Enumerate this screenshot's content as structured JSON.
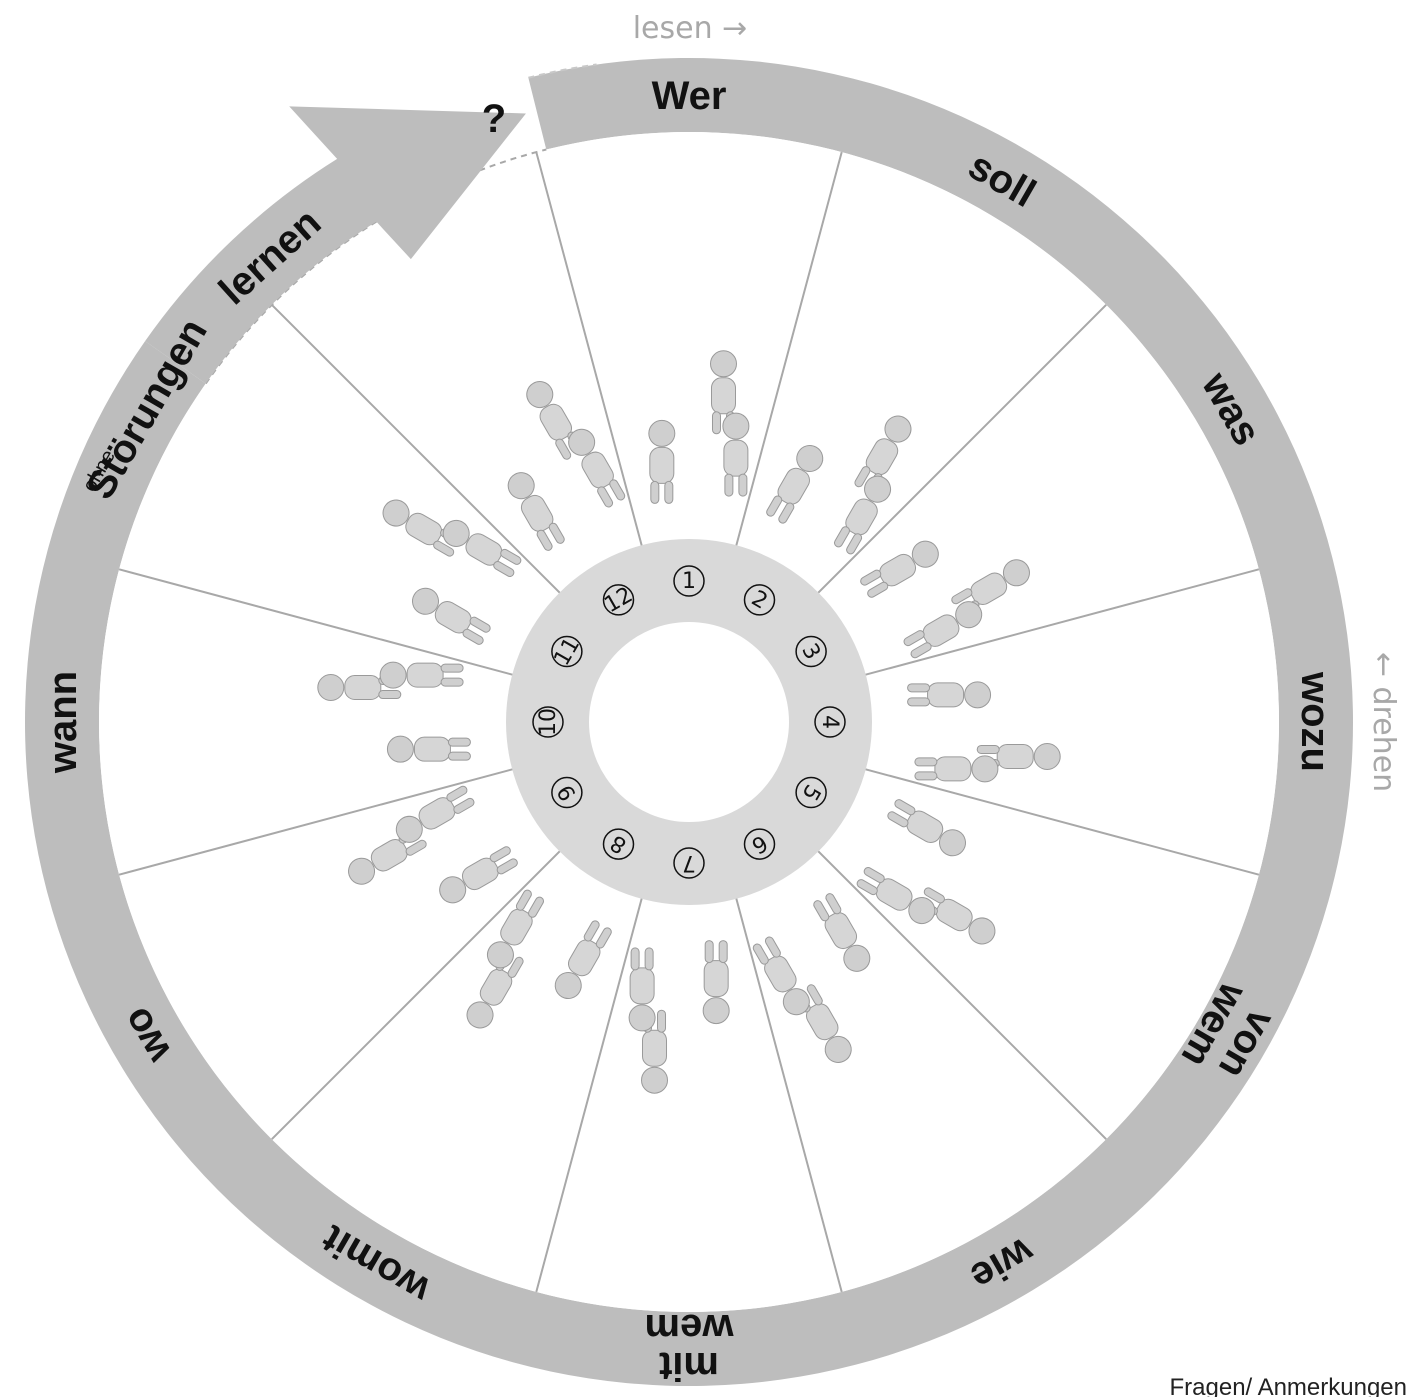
{
  "hints": {
    "read": "lesen →",
    "turn": "← drehen"
  },
  "question_mark": "?",
  "arrow_label": "lernen",
  "segments": [
    {
      "word": "Wer",
      "number": "1"
    },
    {
      "word": "soll",
      "number": "2"
    },
    {
      "word": "was",
      "number": "3"
    },
    {
      "word": "wozu",
      "number": "4"
    },
    {
      "word": "von wem",
      "number": "5"
    },
    {
      "word": "wie",
      "number": "6"
    },
    {
      "word": "mit wem",
      "number": "7"
    },
    {
      "word": "womit",
      "number": "8"
    },
    {
      "word": "wo",
      "number": "9"
    },
    {
      "word": "wann",
      "number": "10"
    },
    {
      "word": "Störungen",
      "prefix": "ohne",
      "number": "11"
    },
    {
      "word": "lernen",
      "number": "12"
    }
  ],
  "footer": "Fragen/ Anmerkungen",
  "colors": {
    "ring": "#bdbdbd",
    "inner_ring": "#d9d9d9",
    "divider": "#a8a8a8",
    "hint_text": "#a8a8a8",
    "text": "#111111"
  }
}
